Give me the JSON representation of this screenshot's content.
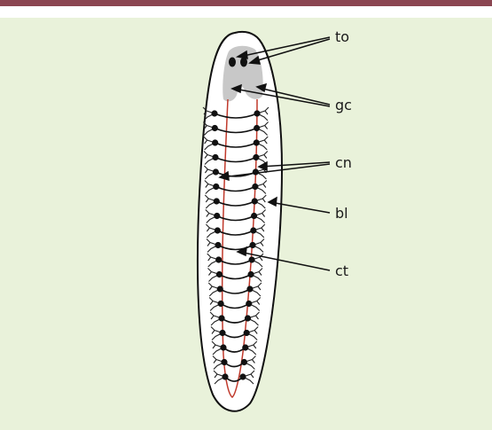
{
  "figure": {
    "labels": {
      "to": "to",
      "gc": "gc",
      "cn": "cn",
      "bl": "bl",
      "ct": "ct"
    }
  },
  "colors": {
    "header_bar": "#8b4651",
    "background": "#e9f2da",
    "body_fill": "#ffffff",
    "ganglion_fill": "#c8c8c8",
    "nerve_cord": "#c0392b",
    "outline": "#111111"
  }
}
